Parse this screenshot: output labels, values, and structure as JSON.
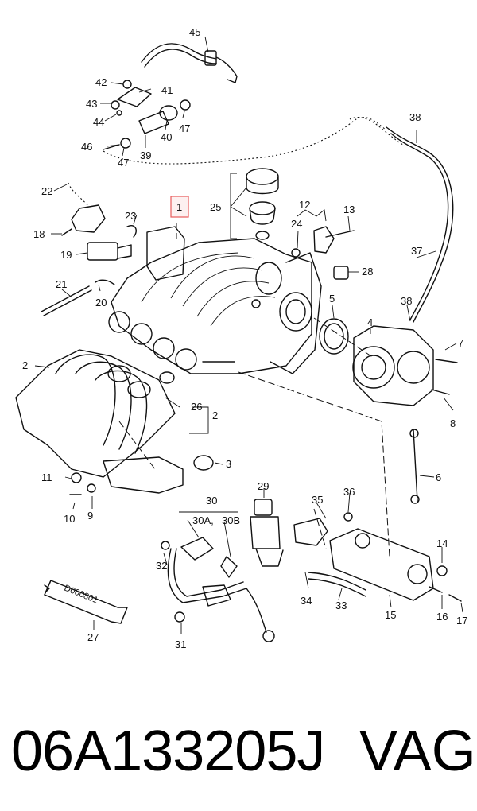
{
  "diagram": {
    "callouts": [
      "1",
      "2",
      "3",
      "4",
      "5",
      "6",
      "7",
      "8",
      "9",
      "10",
      "11",
      "12",
      "13",
      "14",
      "15",
      "16",
      "17",
      "18",
      "19",
      "20",
      "21",
      "22",
      "23",
      "24",
      "25",
      "26",
      "27",
      "28",
      "29",
      "30",
      "30A,",
      "30B",
      "31",
      "32",
      "33",
      "34",
      "35",
      "36",
      "37",
      "38",
      "39",
      "40",
      "41",
      "42",
      "43",
      "44",
      "45",
      "46",
      "47"
    ],
    "tube_text": "D000801"
  },
  "footer": {
    "part_number": "06A133205J",
    "brand": "VAG"
  }
}
